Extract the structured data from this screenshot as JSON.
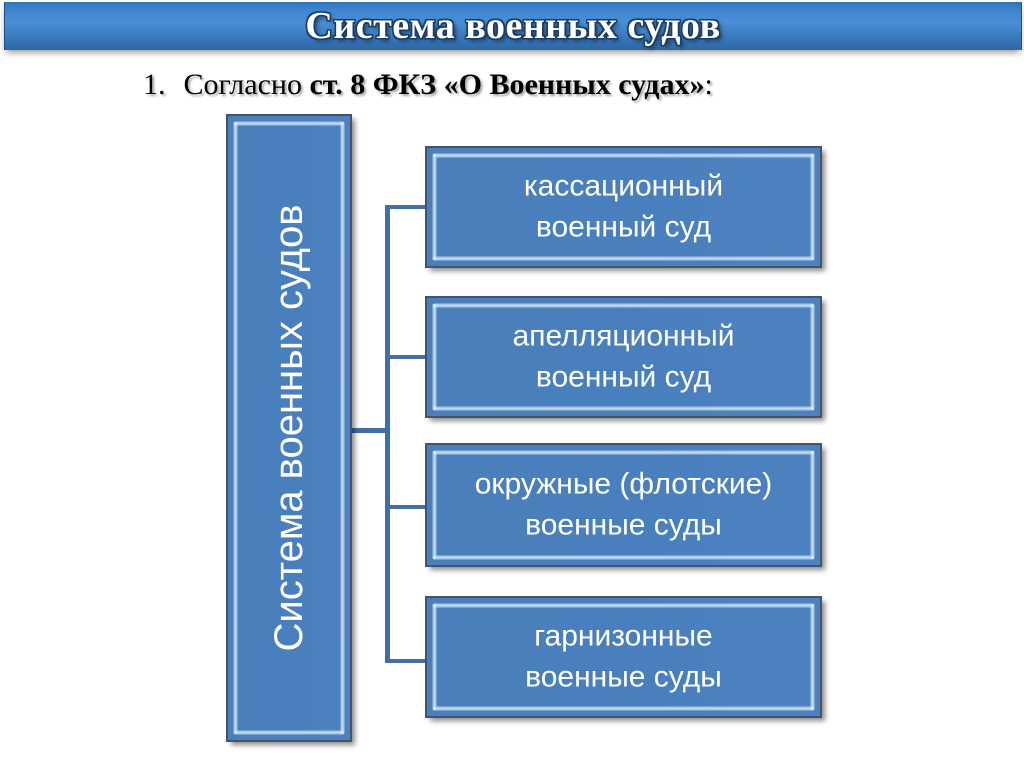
{
  "slide": {
    "title": "Система военных судов",
    "subtitle": {
      "number": "1.",
      "lead": "Согласно ",
      "emphasis": "ст. 8 ФКЗ «О Военных судах»",
      "trail": ":"
    }
  },
  "diagram": {
    "root": {
      "label": "Система военных судов",
      "orientation": "vertical-bottom-to-top"
    },
    "nodes": [
      {
        "label": "кассационный\nвоенный суд"
      },
      {
        "label": "апелляционный\nвоенный суд"
      },
      {
        "label": "окружные (флотские)\nвоенные суды"
      },
      {
        "label": "гарнизонные\nвоенные суды"
      }
    ]
  },
  "colors": {
    "banner_top": "#2f73b8",
    "banner_mid": "#4a8ed6",
    "banner_bottom": "#2d66a6",
    "box_fill": "#4a7fbd",
    "box_border": "#46546b",
    "box_bevel": "#d7ebfc",
    "connector": "#3f6fa5",
    "title_text": "#ffffff",
    "title_outline": "#1b3c66",
    "body_text": "#000000",
    "background": "#ffffff"
  }
}
